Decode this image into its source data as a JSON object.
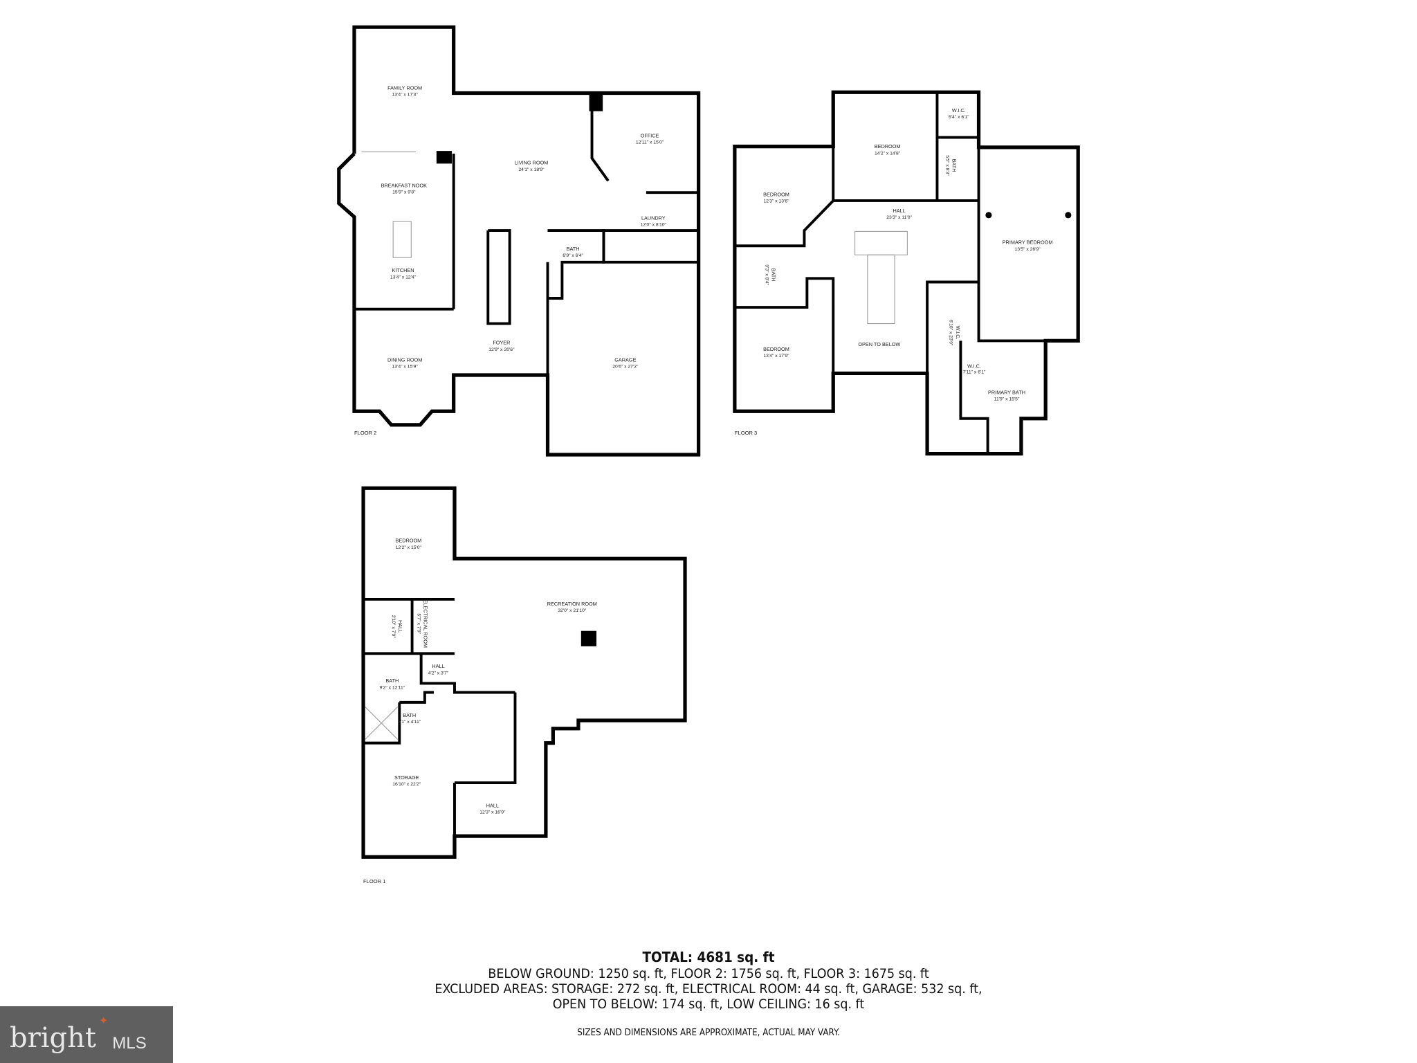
{
  "floor2": {
    "label": "FLOOR 2",
    "rooms": [
      {
        "name": "FAMILY ROOM",
        "dim": "13'4\" x 17'3\""
      },
      {
        "name": "BREAKFAST NOOK",
        "dim": "15'9\" x 9'8\""
      },
      {
        "name": "KITCHEN",
        "dim": "13'4\" x 12'4\""
      },
      {
        "name": "DINING ROOM",
        "dim": "13'4\" x 15'9\""
      },
      {
        "name": "LIVING ROOM",
        "dim": "24'1\" x 18'9\""
      },
      {
        "name": "OFFICE",
        "dim": "12'11\" x 15'0\""
      },
      {
        "name": "LAUNDRY",
        "dim": "12'0\" x 8'10\""
      },
      {
        "name": "BATH",
        "dim": "6'9\" x 6'4\""
      },
      {
        "name": "FOYER",
        "dim": "12'9\" x 20'6\""
      },
      {
        "name": "GARAGE",
        "dim": "20'6\" x 27'2\""
      }
    ]
  },
  "floor3": {
    "label": "FLOOR 3",
    "rooms": [
      {
        "name": "BEDROOM",
        "dim": "12'3\" x 13'6\""
      },
      {
        "name": "BEDROOM",
        "dim": "14'2\" x 14'8\""
      },
      {
        "name": "W.I.C.",
        "dim": "5'4\" x 6'1\""
      },
      {
        "name": "BATH",
        "dim": "5'5\" x 8'3\""
      },
      {
        "name": "HALL",
        "dim": "23'3\" x 11'0\""
      },
      {
        "name": "PRIMARY BEDROOM",
        "dim": "13'5\" x 26'9\""
      },
      {
        "name": "BATH",
        "dim": "9'3\" x 8'4\""
      },
      {
        "name": "BEDROOM",
        "dim": "13'4\" x 17'9\""
      },
      {
        "name": "OPEN TO BELOW",
        "dim": ""
      },
      {
        "name": "W.I.C.",
        "dim": "6'10\" x 23'9\""
      },
      {
        "name": "W.I.C.",
        "dim": "7'11\" x 6'1\""
      },
      {
        "name": "PRIMARY BATH",
        "dim": "11'9\" x 15'5\""
      }
    ]
  },
  "floor1": {
    "label": "FLOOR 1",
    "rooms": [
      {
        "name": "BEDROOM",
        "dim": "12'2\" x 15'0\""
      },
      {
        "name": "RECREATION ROOM",
        "dim": "32'0\" x 21'10\""
      },
      {
        "name": "HALL",
        "dim": "3'10\" x 7'9\""
      },
      {
        "name": "ELECTRICAL ROOM",
        "dim": "5'7\" x 7'9\""
      },
      {
        "name": "HALL",
        "dim": "4'2\" x 3'7\""
      },
      {
        "name": "BATH",
        "dim": "9'2\" x 12'11\""
      },
      {
        "name": "BATH",
        "dim": "2'1\" x 4'11\""
      },
      {
        "name": "STORAGE",
        "dim": "16'10\" x 22'2\""
      },
      {
        "name": "HALL",
        "dim": "12'3\" x 16'9\""
      }
    ]
  },
  "summary": {
    "total": "TOTAL: 4681 sq. ft",
    "line1": "BELOW GROUND: 1250 sq. ft, FLOOR 2: 1756 sq. ft, FLOOR 3: 1675 sq. ft",
    "line2": "EXCLUDED AREAS: STORAGE: 272 sq. ft, ELECTRICAL ROOM: 44 sq. ft, GARAGE: 532 sq. ft,",
    "line3": "OPEN TO BELOW: 174 sq. ft, LOW CEILING: 16 sq. ft",
    "disclaimer": "SIZES AND DIMENSIONS ARE APPROXIMATE, ACTUAL MAY VARY."
  },
  "logo": {
    "brand": "bright",
    "suffix": "MLS",
    "accent_color": "#d2612d",
    "background_color": "#5f5f5f"
  }
}
